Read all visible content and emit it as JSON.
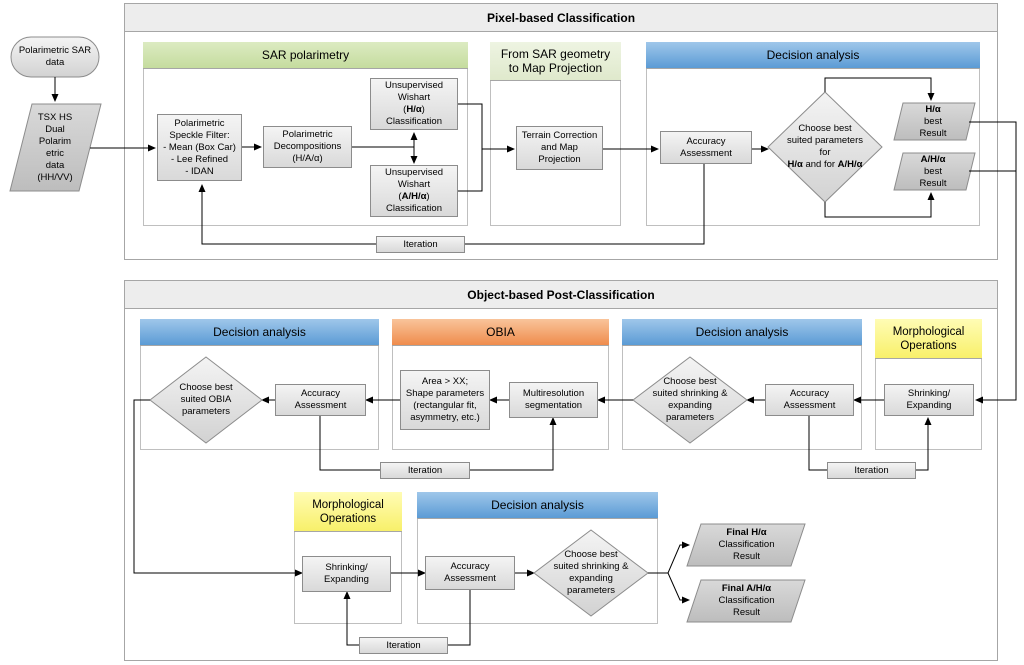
{
  "colors": {
    "green_header": "#c5dc9e",
    "light_green_header": "#dfe9cc",
    "blue_header": "#5b9bd5",
    "orange_header": "#ef8c4c",
    "yellow_header": "#f8f06a",
    "box_fill": "#e0e0e0",
    "connector": "#000000"
  },
  "inputs": {
    "polarimetric_sar_data": "Polarimetric SAR\ndata",
    "tsx_data": "TSX HS\nDual\nPolarim\netric\ndata\n(HH/VV)"
  },
  "pixel_section": {
    "title": "Pixel-based Classification",
    "sar_polarimetry": {
      "title": "SAR polarimetry",
      "speckle_filter": "Polarimetric\nSpeckle Filter:\n- Mean (Box Car)\n- Lee Refined\n- IDAN",
      "decompositions": "Polarimetric\nDecompositions\n(H/A/α)",
      "wishart_ha": {
        "line1": "Unsupervised\nWishart",
        "bold": "H/α",
        "line3": "Classification"
      },
      "wishart_aha": {
        "line1": "Unsupervised\nWishart",
        "bold": "A/H/α",
        "line3": "Classification"
      }
    },
    "geometry": {
      "title": "From SAR geometry\nto Map Projection",
      "terrain": "Terrain Correction\nand Map\nProjection"
    },
    "decision": {
      "title": "Decision analysis",
      "accuracy": "Accuracy\nAssessment",
      "choose": {
        "line1": "Choose best\nsuited parameters\nfor",
        "bold1": "H/α",
        "mid": "and\nfor",
        "bold2": "A/H/α"
      },
      "ha_result": {
        "bold": "H/α",
        "rest": "best\nResult"
      },
      "aha_result": {
        "bold": "A/H/α",
        "rest": "best\nResult"
      }
    },
    "iteration": "Iteration"
  },
  "object_section": {
    "title": "Object-based Post-Classification",
    "morph_top": {
      "title": "Morphological\nOperations",
      "shrinking": "Shrinking/\nExpanding"
    },
    "decision_top_right": {
      "title": "Decision analysis",
      "accuracy": "Accuracy\nAssessment",
      "choose": "Choose best\nsuited shrinking &\nexpanding\nparameters"
    },
    "obia": {
      "title": "OBIA",
      "area": "Area > XX;\nShape parameters\n(rectangular fit,\nasymmetry, etc.)",
      "segmentation": "Multiresolution\nsegmentation"
    },
    "decision_top_left": {
      "title": "Decision analysis",
      "accuracy": "Accuracy\nAssessment",
      "choose": "Choose best\nsuited OBIA\nparameters"
    },
    "morph_bottom": {
      "title": "Morphological\nOperations",
      "shrinking": "Shrinking/\nExpanding"
    },
    "decision_bottom": {
      "title": "Decision analysis",
      "accuracy": "Accuracy\nAssessment",
      "choose": "Choose best\nsuited shrinking &\nexpanding\nparameters"
    },
    "final_ha": {
      "bold": "Final H/α",
      "rest": "Classification\nResult"
    },
    "final_aha": {
      "bold": "Final A/H/α",
      "rest": "Classification\nResult"
    },
    "iteration": "Iteration"
  }
}
